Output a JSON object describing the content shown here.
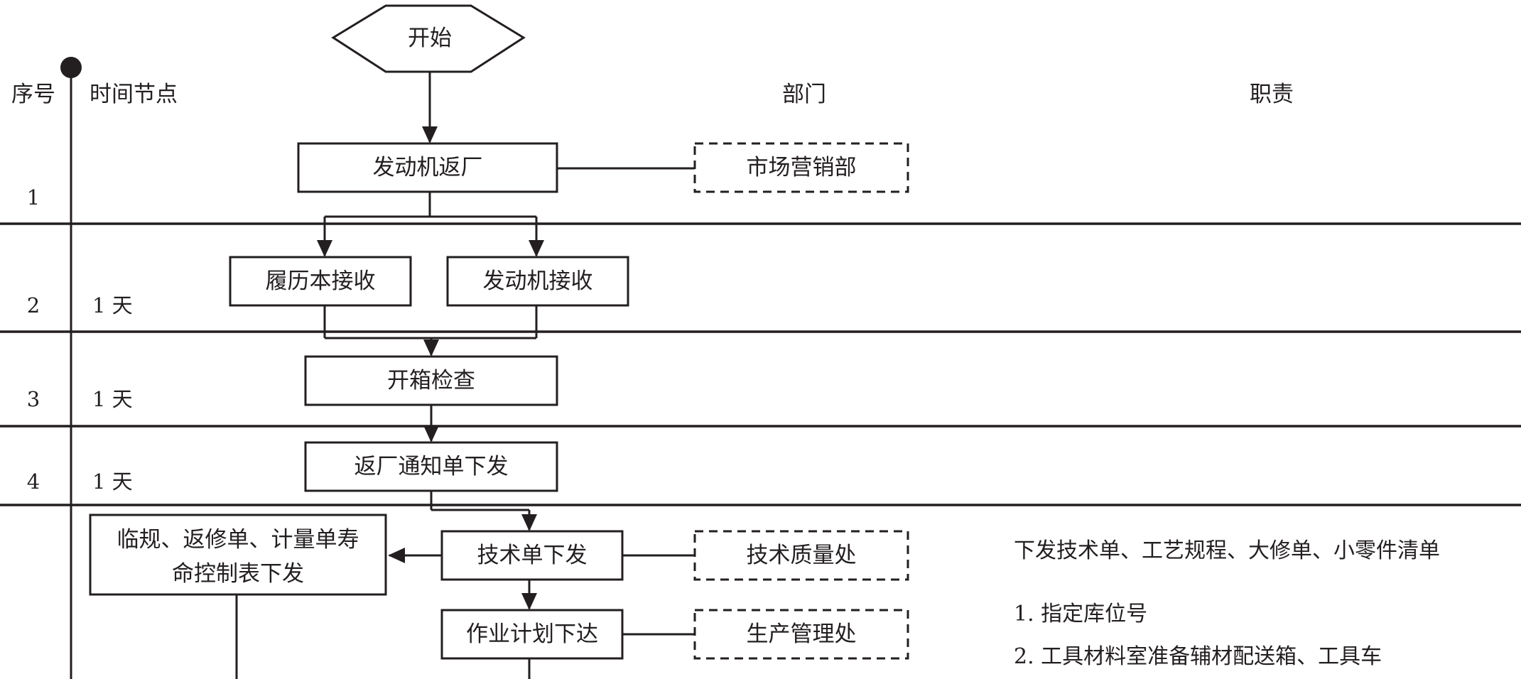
{
  "start_label": "开始",
  "headers": {
    "seq": "序号",
    "time": "时间节点",
    "dept": "部门",
    "duty": "职责"
  },
  "rows": [
    {
      "seq": "1",
      "time": ""
    },
    {
      "seq": "2",
      "time": "1 天"
    },
    {
      "seq": "3",
      "time": "1 天"
    },
    {
      "seq": "4",
      "time": "1 天"
    }
  ],
  "steps": {
    "engine_return": "发动机返厂",
    "logbook_receive": "履历本接收",
    "engine_receive": "发动机接收",
    "unpack_inspect": "开箱检查",
    "return_notice": "返厂通知单下发",
    "tech_order": "技术单下发",
    "docs_issue_line1": "临规、返修单、计量单寿",
    "docs_issue_line2": "命控制表下发",
    "work_plan": "作业计划下达"
  },
  "departments": {
    "marketing": "市场营销部",
    "tech_quality": "技术质量处",
    "production": "生产管理处"
  },
  "duties": {
    "tech_quality": "下发技术单、工艺规程、大修单、小零件清单",
    "production_1": "1. 指定库位号",
    "production_2": "2. 工具材料室准备辅材配送箱、工具车"
  }
}
